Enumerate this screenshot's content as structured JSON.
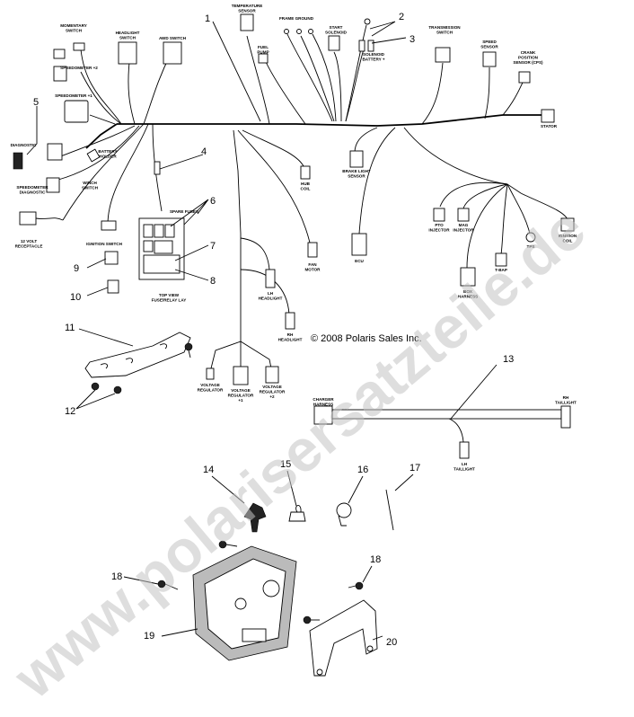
{
  "watermark": "www.polarisersatzteile.de",
  "copyright": "© 2008 Polaris Sales Inc.",
  "callouts": [
    "1",
    "2",
    "3",
    "4",
    "5",
    "6",
    "7",
    "8",
    "9",
    "10",
    "11",
    "12",
    "13",
    "14",
    "15",
    "16",
    "17",
    "18",
    "18",
    "19",
    "20"
  ],
  "component_labels": {
    "temperature_sensor": [
      "TEMPERATURE",
      "SENSOR"
    ],
    "frame_ground": [
      "FRAME GROUND"
    ],
    "start_solenoid": [
      "START",
      "SOLENOID"
    ],
    "solenoid_battery": [
      "SOLENOID",
      "BATTERY +"
    ],
    "fuel_pump": [
      "FUEL",
      "PUMP"
    ],
    "transmission_switch": [
      "TRANSMISSION",
      "SWITCH"
    ],
    "speed_sensor": [
      "SPEED",
      "SENSOR"
    ],
    "crank_position_sensor": [
      "CRANK",
      "POSITION",
      "SENSOR (CPS)"
    ],
    "stator": [
      "STATOR"
    ],
    "momentary_switch": [
      "MOMENTARY",
      "SWITCH"
    ],
    "headlight_switch": [
      "HEADLIGHT",
      "SWITCH"
    ],
    "awd_switch": [
      "AWD SWITCH"
    ],
    "speedometer_2": [
      "SPEEDOMETER +2"
    ],
    "speedometer_1": [
      "SPEEDOMETER +1"
    ],
    "diagnostic": [
      "DIAGNOSTIC"
    ],
    "battery_holder": [
      "BATTERY",
      "HOLDER"
    ],
    "speedometer_diagnostic": [
      "SPEEDOMETER",
      "DIAGNOSTIC"
    ],
    "winch_switch": [
      "WINCH",
      "SWITCH"
    ],
    "volt_receptacle": [
      "12 VOLT",
      "RECEPTACLE"
    ],
    "ignition_switch": [
      "IGNITION SWITCH"
    ],
    "spare_fuses": [
      "SPARE FUSES"
    ],
    "fuse_box_view": [
      "TOP VIEW",
      "FUSE/RELAY LAY"
    ],
    "hub_coil": [
      "HUB",
      "COIL"
    ],
    "brake_light_sensor": [
      "BRAKE LIGHT",
      "SENSOR"
    ],
    "ecu": [
      "ECU"
    ],
    "fan_motor": [
      "FAN",
      "MOTOR"
    ],
    "lh_headlight": [
      "LH",
      "HEADLIGHT"
    ],
    "rh_headlight": [
      "RH",
      "HEADLIGHT"
    ],
    "pto_injector": [
      "PTO",
      "INJECTOR"
    ],
    "mag_injector": [
      "MAG",
      "INJECTOR"
    ],
    "tps": [
      "TPS"
    ],
    "ignition_coil": [
      "IGNITION",
      "COIL"
    ],
    "tbap": [
      "T-BAP"
    ],
    "box_harness": [
      "BOX",
      "HARNESS"
    ],
    "voltage_regulator": [
      "VOLTAGE",
      "REGULATOR"
    ],
    "voltage_regulator_1": [
      "VOLTAGE",
      "REGULATOR",
      "+1"
    ],
    "voltage_regulator_2": [
      "VOLTAGE",
      "REGULATOR",
      "+2"
    ],
    "charger_harness": [
      "CHARGER",
      "HARNESS"
    ],
    "rh_taillight": [
      "RH",
      "TAILLIGHT"
    ],
    "lh_taillight": [
      "LH",
      "TAILLIGHT"
    ]
  }
}
